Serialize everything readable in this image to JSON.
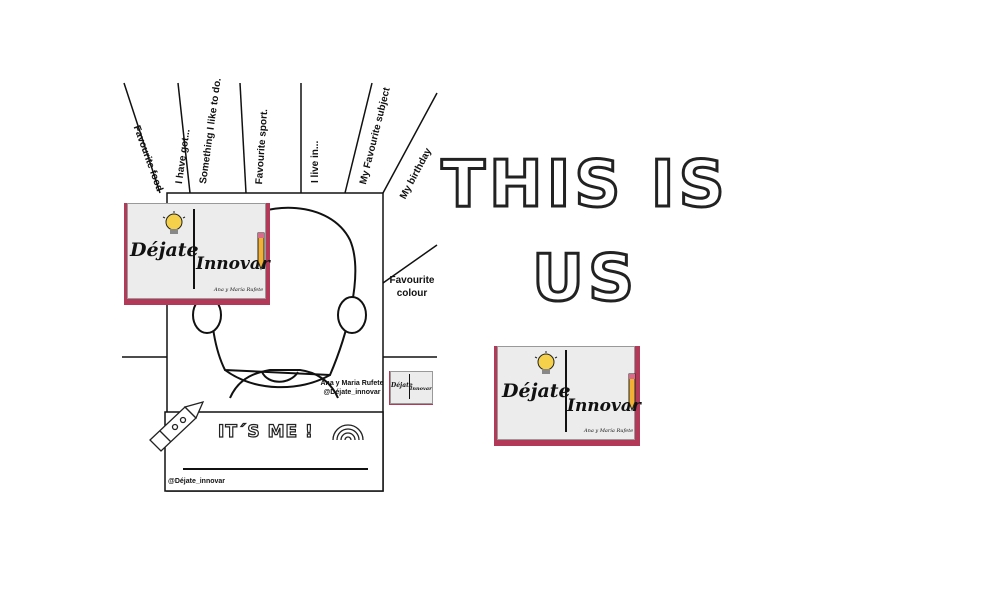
{
  "ray_labels": [
    "Favourite food",
    "I have got...",
    "Something I like to do.",
    "Favourite sport.",
    "I live in...",
    "My Favourite subject",
    "My birthday"
  ],
  "favourite_colour_label": "Favourite colour",
  "its_me": "IT´S ME !",
  "handle_bottom": "@Déjate_innovar",
  "credit_name": "Ana y Maria Rufete",
  "credit_handle": "@Déjate_innovar",
  "title_line1": "THIS IS",
  "title_line2": "US",
  "logo": {
    "word1": "Déjate",
    "word2": "Innovar",
    "sub": "Ana y María Rufete"
  },
  "colors": {
    "logo_border": "#b23a58",
    "logo_face": "#ececec",
    "bulb": "#f5d04a",
    "pencil": "#f2b134"
  },
  "icons": [
    "lightbulb-icon",
    "pencil-icon",
    "rainbow-icon",
    "crayon-icon"
  ]
}
